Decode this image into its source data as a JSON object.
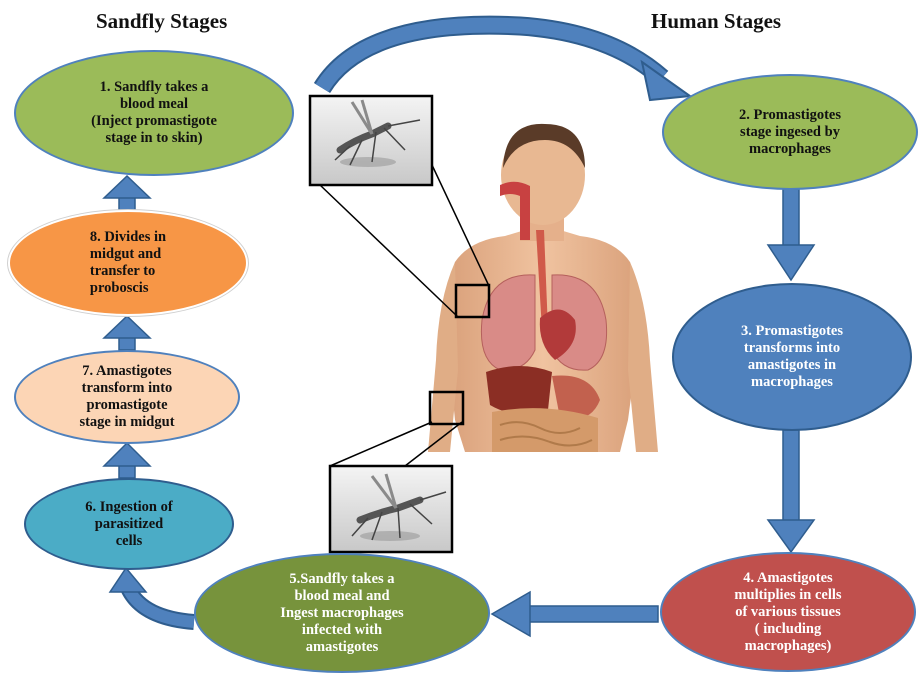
{
  "headings": {
    "sandfly": "Sandfly Stages",
    "human": "Human Stages"
  },
  "stages": {
    "s1": "1. Sandfly takes a\nblood meal\n(Inject promastigote\nstage in to skin)",
    "s2": "2. Promastigotes\nstage ingesed by\nmacrophages",
    "s3": "3. Promastigotes\ntransforms into\namastigotes in\nmacrophages",
    "s4": "4. Amastigotes\nmultiplies in cells\nof various tissues\n( including\nmacrophages)",
    "s5": "5.Sandfly takes a\nblood meal and\nIngest macrophages\ninfected with\namastigotes",
    "s6": "6. Ingestion of\nparasitized\ncells",
    "s7": "7. Amastigotes\ntransform into\npromastigote\nstage in midgut",
    "s8": "8.   Divides  in\nmidgut  and\ntransfer  to\nproboscis"
  },
  "colors": {
    "green": "#9bbb59",
    "blue": "#4f81bd",
    "red": "#c0504d",
    "olive": "#77933c",
    "teal": "#4bacc6",
    "peach": "#fcd5b5",
    "orange": "#f79646",
    "arrow": "#4f81bd"
  },
  "icons": [
    "sandfly-illustration",
    "human-anatomy-illustration"
  ]
}
